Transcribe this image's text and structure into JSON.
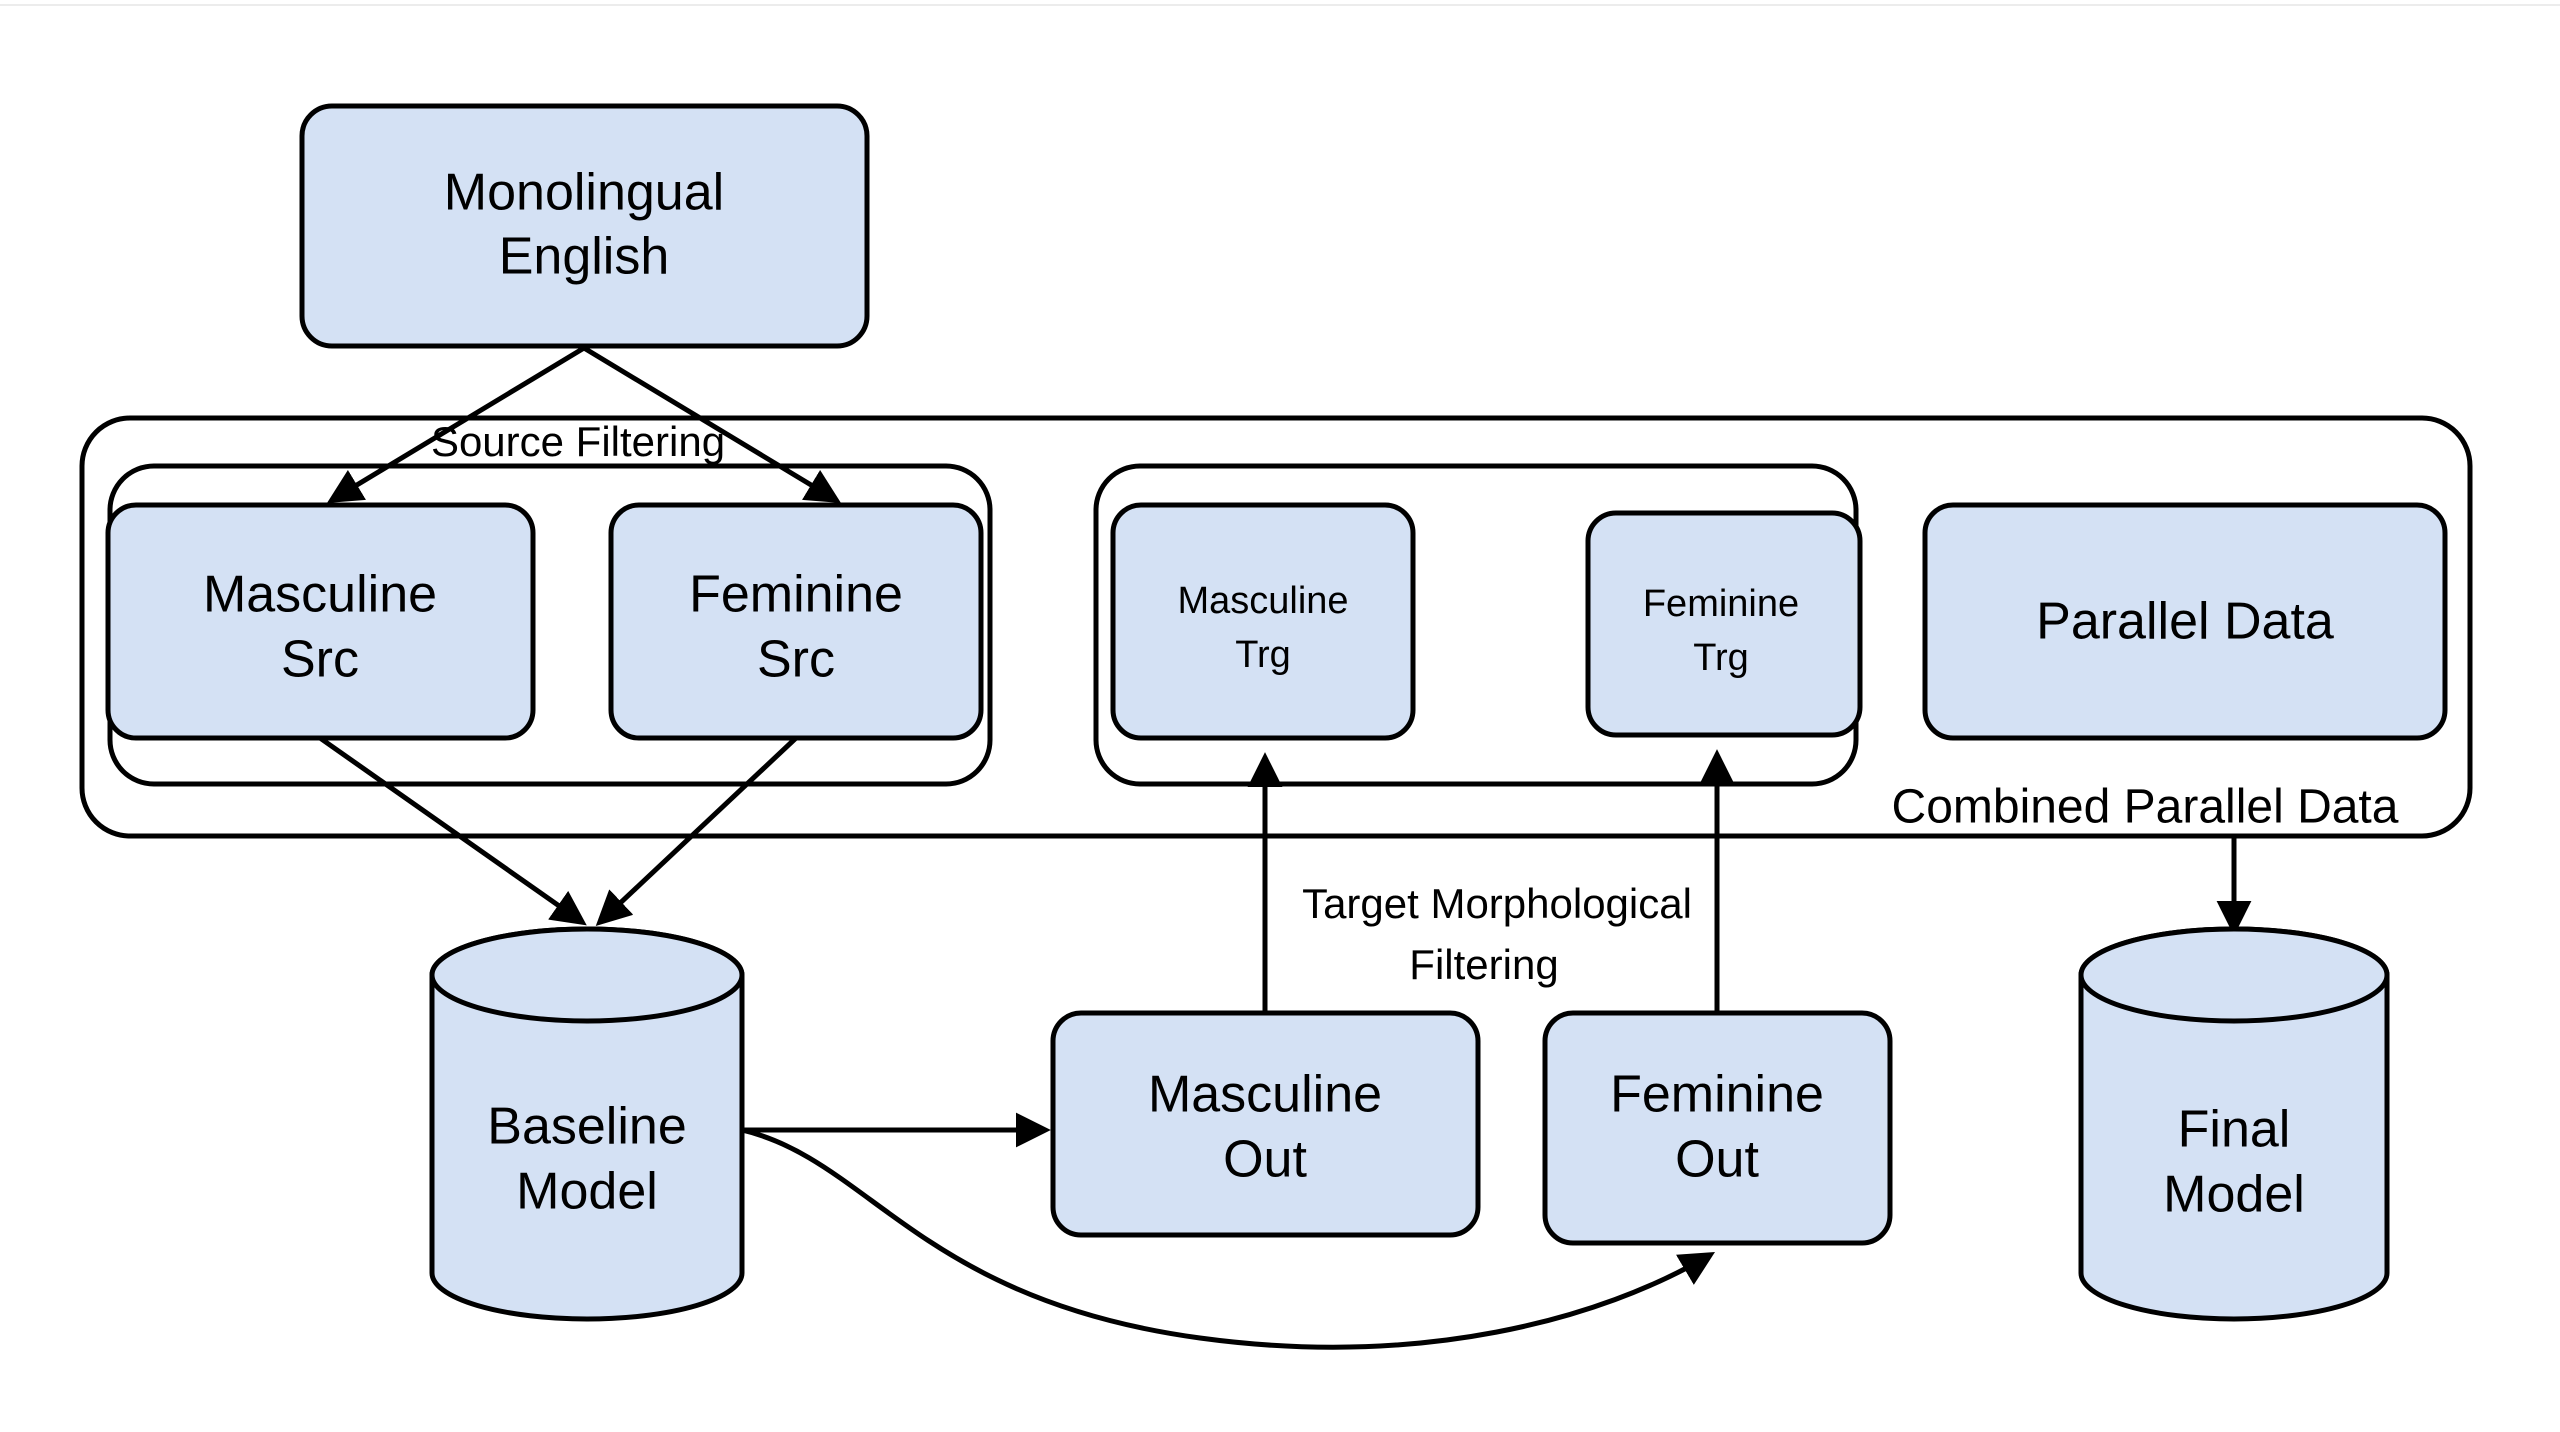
{
  "diagram": {
    "title": "Gender-aware data augmentation pipeline",
    "background_color": "#ffffff",
    "node_fill_color": "#d4e1f4",
    "stroke_color": "#000000",
    "nodes": {
      "monolingual_english": {
        "label_line1": "Monolingual",
        "label_line2": "English"
      },
      "masculine_src": {
        "label_line1": "Masculine",
        "label_line2": "Src"
      },
      "feminine_src": {
        "label_line1": "Feminine",
        "label_line2": "Src"
      },
      "masculine_trg": {
        "label_line1": "Masculine",
        "label_line2": "Trg"
      },
      "feminine_trg": {
        "label_line1": "Feminine",
        "label_line2": "Trg"
      },
      "parallel_data": {
        "label_line1": "Parallel Data"
      },
      "baseline_model": {
        "label_line1": "Baseline",
        "label_line2": "Model"
      },
      "masculine_out": {
        "label_line1": "Masculine",
        "label_line2": "Out"
      },
      "feminine_out": {
        "label_line1": "Feminine",
        "label_line2": "Out"
      },
      "final_model": {
        "label_line1": "Final",
        "label_line2": "Model"
      }
    },
    "groups": {
      "combined_parallel_data": {
        "label": "Combined Parallel Data"
      },
      "source_filtering": {
        "label": "Source Filtering"
      },
      "target_group": {
        "label": ""
      }
    },
    "edge_labels": {
      "source_filtering": "Source Filtering",
      "target_morphological_filtering_line1": "Target Morphological",
      "target_morphological_filtering_line2": "Filtering"
    }
  }
}
